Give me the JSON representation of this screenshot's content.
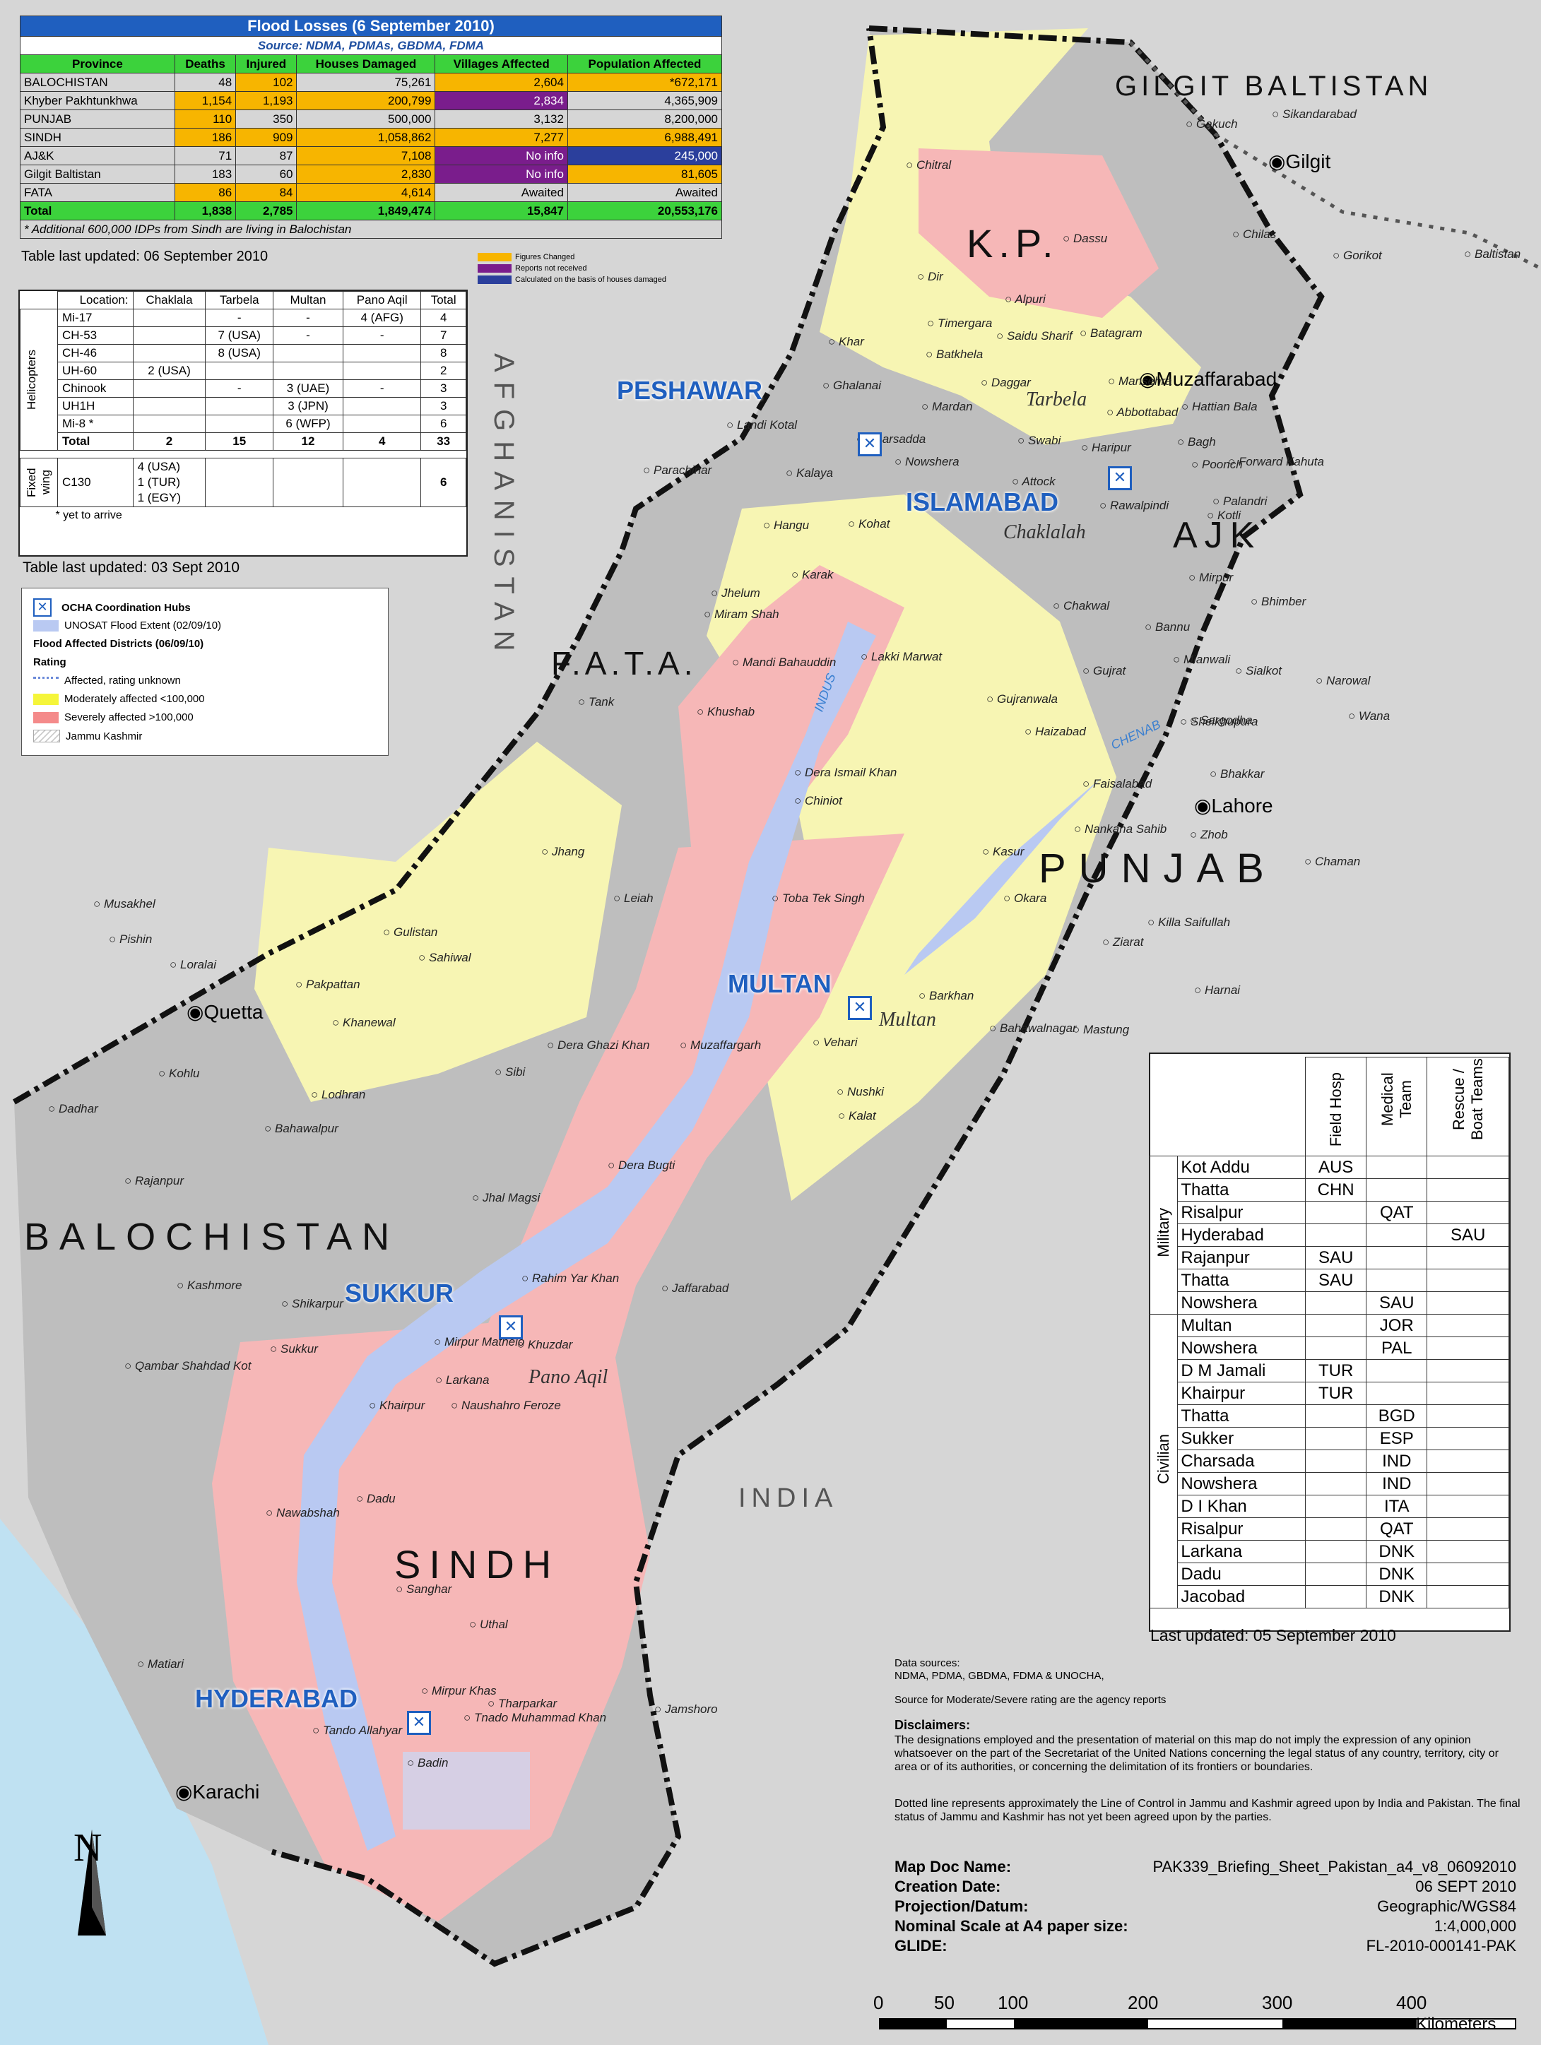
{
  "losses": {
    "title": "Flood Losses (6 September 2010)",
    "source": "Source: NDMA, PDMAs, GBDMA, FDMA",
    "columns": [
      "Province",
      "Deaths",
      "Injured",
      "Houses Damaged",
      "Villages Affected",
      "Population Affected"
    ],
    "rows": [
      [
        "BALOCHISTAN",
        "48",
        "102",
        "75,261",
        "2,604",
        "*672,171"
      ],
      [
        "Khyber Pakhtunkhwa",
        "1,154",
        "1,193",
        "200,799",
        "2,834",
        "4,365,909"
      ],
      [
        "PUNJAB",
        "110",
        "350",
        "500,000",
        "3,132",
        "8,200,000"
      ],
      [
        "SINDH",
        "186",
        "909",
        "1,058,862",
        "7,277",
        "6,988,491"
      ],
      [
        "AJ&K",
        "71",
        "87",
        "7,108",
        "No info",
        "245,000"
      ],
      [
        "Gilgit Baltistan",
        "183",
        "60",
        "2,830",
        "No info",
        "81,605"
      ],
      [
        "FATA",
        "86",
        "84",
        "4,614",
        "Awaited",
        "Awaited"
      ]
    ],
    "total": [
      "Total",
      "1,838",
      "2,785",
      "1,849,474",
      "15,847",
      "20,553,176"
    ],
    "footnote": "* Additional 600,000 IDPs from Sindh are living in Balochistan",
    "updated": "Table last updated: 06 September 2010",
    "key": [
      "Figures Changed",
      "Reports not received",
      "Calculated on the basis of houses damaged"
    ],
    "colors": {
      "changed": "#f7b500",
      "not_received": "#7a1d8c",
      "calculated": "#2b3f9c",
      "header": "#3cd23c",
      "title": "#1f5fbf"
    }
  },
  "helicopters": {
    "location_label": "Location:",
    "columns": [
      "Chaklala",
      "Tarbela",
      "Multan",
      "Pano Aqil",
      "Total"
    ],
    "group_label": "Helicopters",
    "rows": [
      [
        "Mi-17",
        "",
        "-",
        "-",
        "4 (AFG)",
        "4"
      ],
      [
        "CH-53",
        "",
        "7 (USA)",
        "-",
        "-",
        "7"
      ],
      [
        "CH-46",
        "",
        "8 (USA)",
        "",
        "",
        "8"
      ],
      [
        "UH-60",
        "2 (USA)",
        "",
        "",
        "",
        "2"
      ],
      [
        "Chinook",
        "",
        "-",
        "3 (UAE)",
        "-",
        "3"
      ],
      [
        "UH1H",
        "",
        "",
        "3 (JPN)",
        "",
        "3"
      ],
      [
        "Mi-8 *",
        "",
        "",
        "6 (WFP)",
        "",
        "6"
      ]
    ],
    "total": [
      "Total",
      "2",
      "15",
      "12",
      "4",
      "33"
    ],
    "fixed_label": "Fixed wing",
    "fixed_type": "C130",
    "fixed_detail": [
      "4 (USA)",
      "1 (TUR)",
      "1 (EGY)"
    ],
    "fixed_total": "6",
    "footnote": "* yet to arrive",
    "updated": "Table last updated: 03 Sept 2010"
  },
  "legend": {
    "hubs": "OCHA Coordination Hubs",
    "flood": "UNOSAT Flood Extent (02/09/10)",
    "districts": "Flood Affected Districts (06/09/10)",
    "rating": "Rating",
    "items": [
      "Affected, rating unknown",
      "Moderately affected <100,000",
      "Severely affected >100,000",
      "Jammu Kashmir"
    ],
    "colors": {
      "flood": "#b9c9f2",
      "moderate": "#f5f53a",
      "severe": "#f48a8a",
      "hub": "#1f5fbf"
    }
  },
  "teams": {
    "columns": [
      "Field Hosp",
      "Medical Team",
      "Rescue / Boat Teams"
    ],
    "military_label": "Military",
    "military": [
      [
        "Kot Addu",
        "AUS",
        "",
        ""
      ],
      [
        "Thatta",
        "CHN",
        "",
        ""
      ],
      [
        "Risalpur",
        "",
        "QAT",
        ""
      ],
      [
        "Hyderabad",
        "",
        "",
        "SAU"
      ],
      [
        "Rajanpur",
        "SAU",
        "",
        ""
      ],
      [
        "Thatta",
        "SAU",
        "",
        ""
      ],
      [
        "Nowshera",
        "",
        "SAU",
        ""
      ]
    ],
    "civilian_label": "Civilian",
    "civilian": [
      [
        "Multan",
        "",
        "JOR",
        ""
      ],
      [
        "Nowshera",
        "",
        "PAL",
        ""
      ],
      [
        "D M Jamali",
        "TUR",
        "",
        ""
      ],
      [
        "Khairpur",
        "TUR",
        "",
        ""
      ],
      [
        "Thatta",
        "",
        "BGD",
        ""
      ],
      [
        "Sukker",
        "",
        "ESP",
        ""
      ],
      [
        "Charsada",
        "",
        "IND",
        ""
      ],
      [
        "Nowshera",
        "",
        "IND",
        ""
      ],
      [
        "D I Khan",
        "",
        "ITA",
        ""
      ],
      [
        "Risalpur",
        "",
        "QAT",
        ""
      ],
      [
        "Larkana",
        "",
        "DNK",
        ""
      ],
      [
        "Dadu",
        "",
        "DNK",
        ""
      ],
      [
        "Jacobad",
        "",
        "DNK",
        ""
      ]
    ],
    "updated": "Last updated: 05 September 2010"
  },
  "map_labels": {
    "regions": [
      "GILGIT BALTISTAN",
      "K.P.",
      "AJK",
      "F.A.T.A.",
      "PUNJAB",
      "BALOCHISTAN",
      "SINDH",
      "INDIA",
      "AFGHANISTAN"
    ],
    "hubs": [
      "PESHAWAR",
      "ISLAMABAD",
      "MULTAN",
      "SUKKUR",
      "HYDERABAD"
    ],
    "hub_italics": [
      "Tarbela",
      "Chaklalah",
      "Multan",
      "Pano Aqil"
    ],
    "rivers": [
      "INDUS",
      "CHENAB"
    ],
    "cities": [
      "Gilgit",
      "Muzaffarabad",
      "Lahore",
      "Quetta",
      "Karachi"
    ],
    "towns": [
      "Gakuch",
      "Sikandarabad",
      "Chitral",
      "Dassu",
      "Chilas",
      "Gorikot",
      "Baltistan",
      "Dir",
      "Alpuri",
      "Timergara",
      "Saidu Sharif",
      "Batagram",
      "Khar",
      "Batkhela",
      "Daggar",
      "Mansehra",
      "Hattian Bala",
      "Ghalanai",
      "Mardan",
      "Abbottabad",
      "Landi Kotal",
      "Charsadda",
      "Swabi",
      "Haripur",
      "Bagh",
      "Poonch",
      "Forward Kahuta",
      "Nowshera",
      "Attock",
      "Rawalpindi",
      "Palandri",
      "Kotli",
      "Parachinar",
      "Kalaya",
      "Hangu",
      "Kohat",
      "Mirpur",
      "Bhimber",
      "Karak",
      "Chakwal",
      "Jhelum",
      "Bannu",
      "Miram Shah",
      "Mianwali",
      "Lakki Marwat",
      "Mandi Bahauddin",
      "Gujrat",
      "Sialkot",
      "Narowal",
      "Wana",
      "Tank",
      "Khushab",
      "Gujranwala",
      "Sargodha",
      "Haizabad",
      "Dera Ismail Khan",
      "Sheikhupura",
      "Bhakkar",
      "Chiniot",
      "Faisalabad",
      "Nankana Sahib",
      "Zhob",
      "Jhang",
      "Kasur",
      "Chaman",
      "Musakhel",
      "Leiah",
      "Toba Tek Singh",
      "Okara",
      "Killa Saifullah",
      "Gulistan",
      "Pishin",
      "Loralai",
      "Sahiwal",
      "Ziarat",
      "Pakpattan",
      "Harnai",
      "Khanewal",
      "Barkhan",
      "Dera Ghazi Khan",
      "Muzaffargarh",
      "Vehari",
      "Bahawalnagar",
      "Mastung",
      "Kohlu",
      "Sibi",
      "Lodhran",
      "Nushki",
      "Dadhar",
      "Bahawalpur",
      "Kalat",
      "Rajanpur",
      "Dera Bugti",
      "Jhal Magsi",
      "Kashmore",
      "Rahim Yar Khan",
      "Jaffarabad",
      "Shikarpur",
      "Mirpur Mathelo",
      "Khuzdar",
      "Qambar Shahdad Kot",
      "Sukkur",
      "Larkana",
      "Khairpur",
      "Naushahro Feroze",
      "Dadu",
      "Nawabshah",
      "Sanghar",
      "Uthal",
      "Matiari",
      "Mirpur Khas",
      "Tharparkar",
      "Jamshoro",
      "Tando Allahyar",
      "Tnado Muhammad Khan",
      "Badin"
    ]
  },
  "meta": {
    "sources_label": "Data sources:",
    "sources": "NDMA, PDMA, GBDMA, FDMA & UNOCHA,",
    "rating_source": "Source for  Moderate/Severe rating are the agency reports",
    "disclaimers_title": "Disclaimers:",
    "disclaimer1": "The designations employed and the presentation of material on this map do not imply the expression of any opinion whatsoever on the part of the Secretariat of the United Nations concerning the legal status of any country, territory, city or area or of its authorities, or concerning the delimitation of its frontiers or boundaries.",
    "disclaimer2": "Dotted line represents approximately the Line of Control in Jammu and Kashmir agreed upon by India and Pakistan. The final status of Jammu and Kashmir has not yet been agreed upon by the parties.",
    "doc_name_label": "Map Doc Name:",
    "doc_name": "PAK339_Briefing_Sheet_Pakistan_a4_v8_06092010",
    "creation_label": "Creation Date:",
    "creation": "06 SEPT 2010",
    "projection_label": "Projection/Datum:",
    "projection": "Geographic/WGS84",
    "scale_label": "Nominal Scale at A4 paper size:",
    "scale": "1:4,000,000",
    "glide_label": "GLIDE:",
    "glide": "FL-2010-000141-PAK",
    "north": "N",
    "scalebar_ticks": [
      "0",
      "50",
      "100",
      "200",
      "300",
      "400"
    ],
    "scalebar_unit": "Kilometers"
  }
}
